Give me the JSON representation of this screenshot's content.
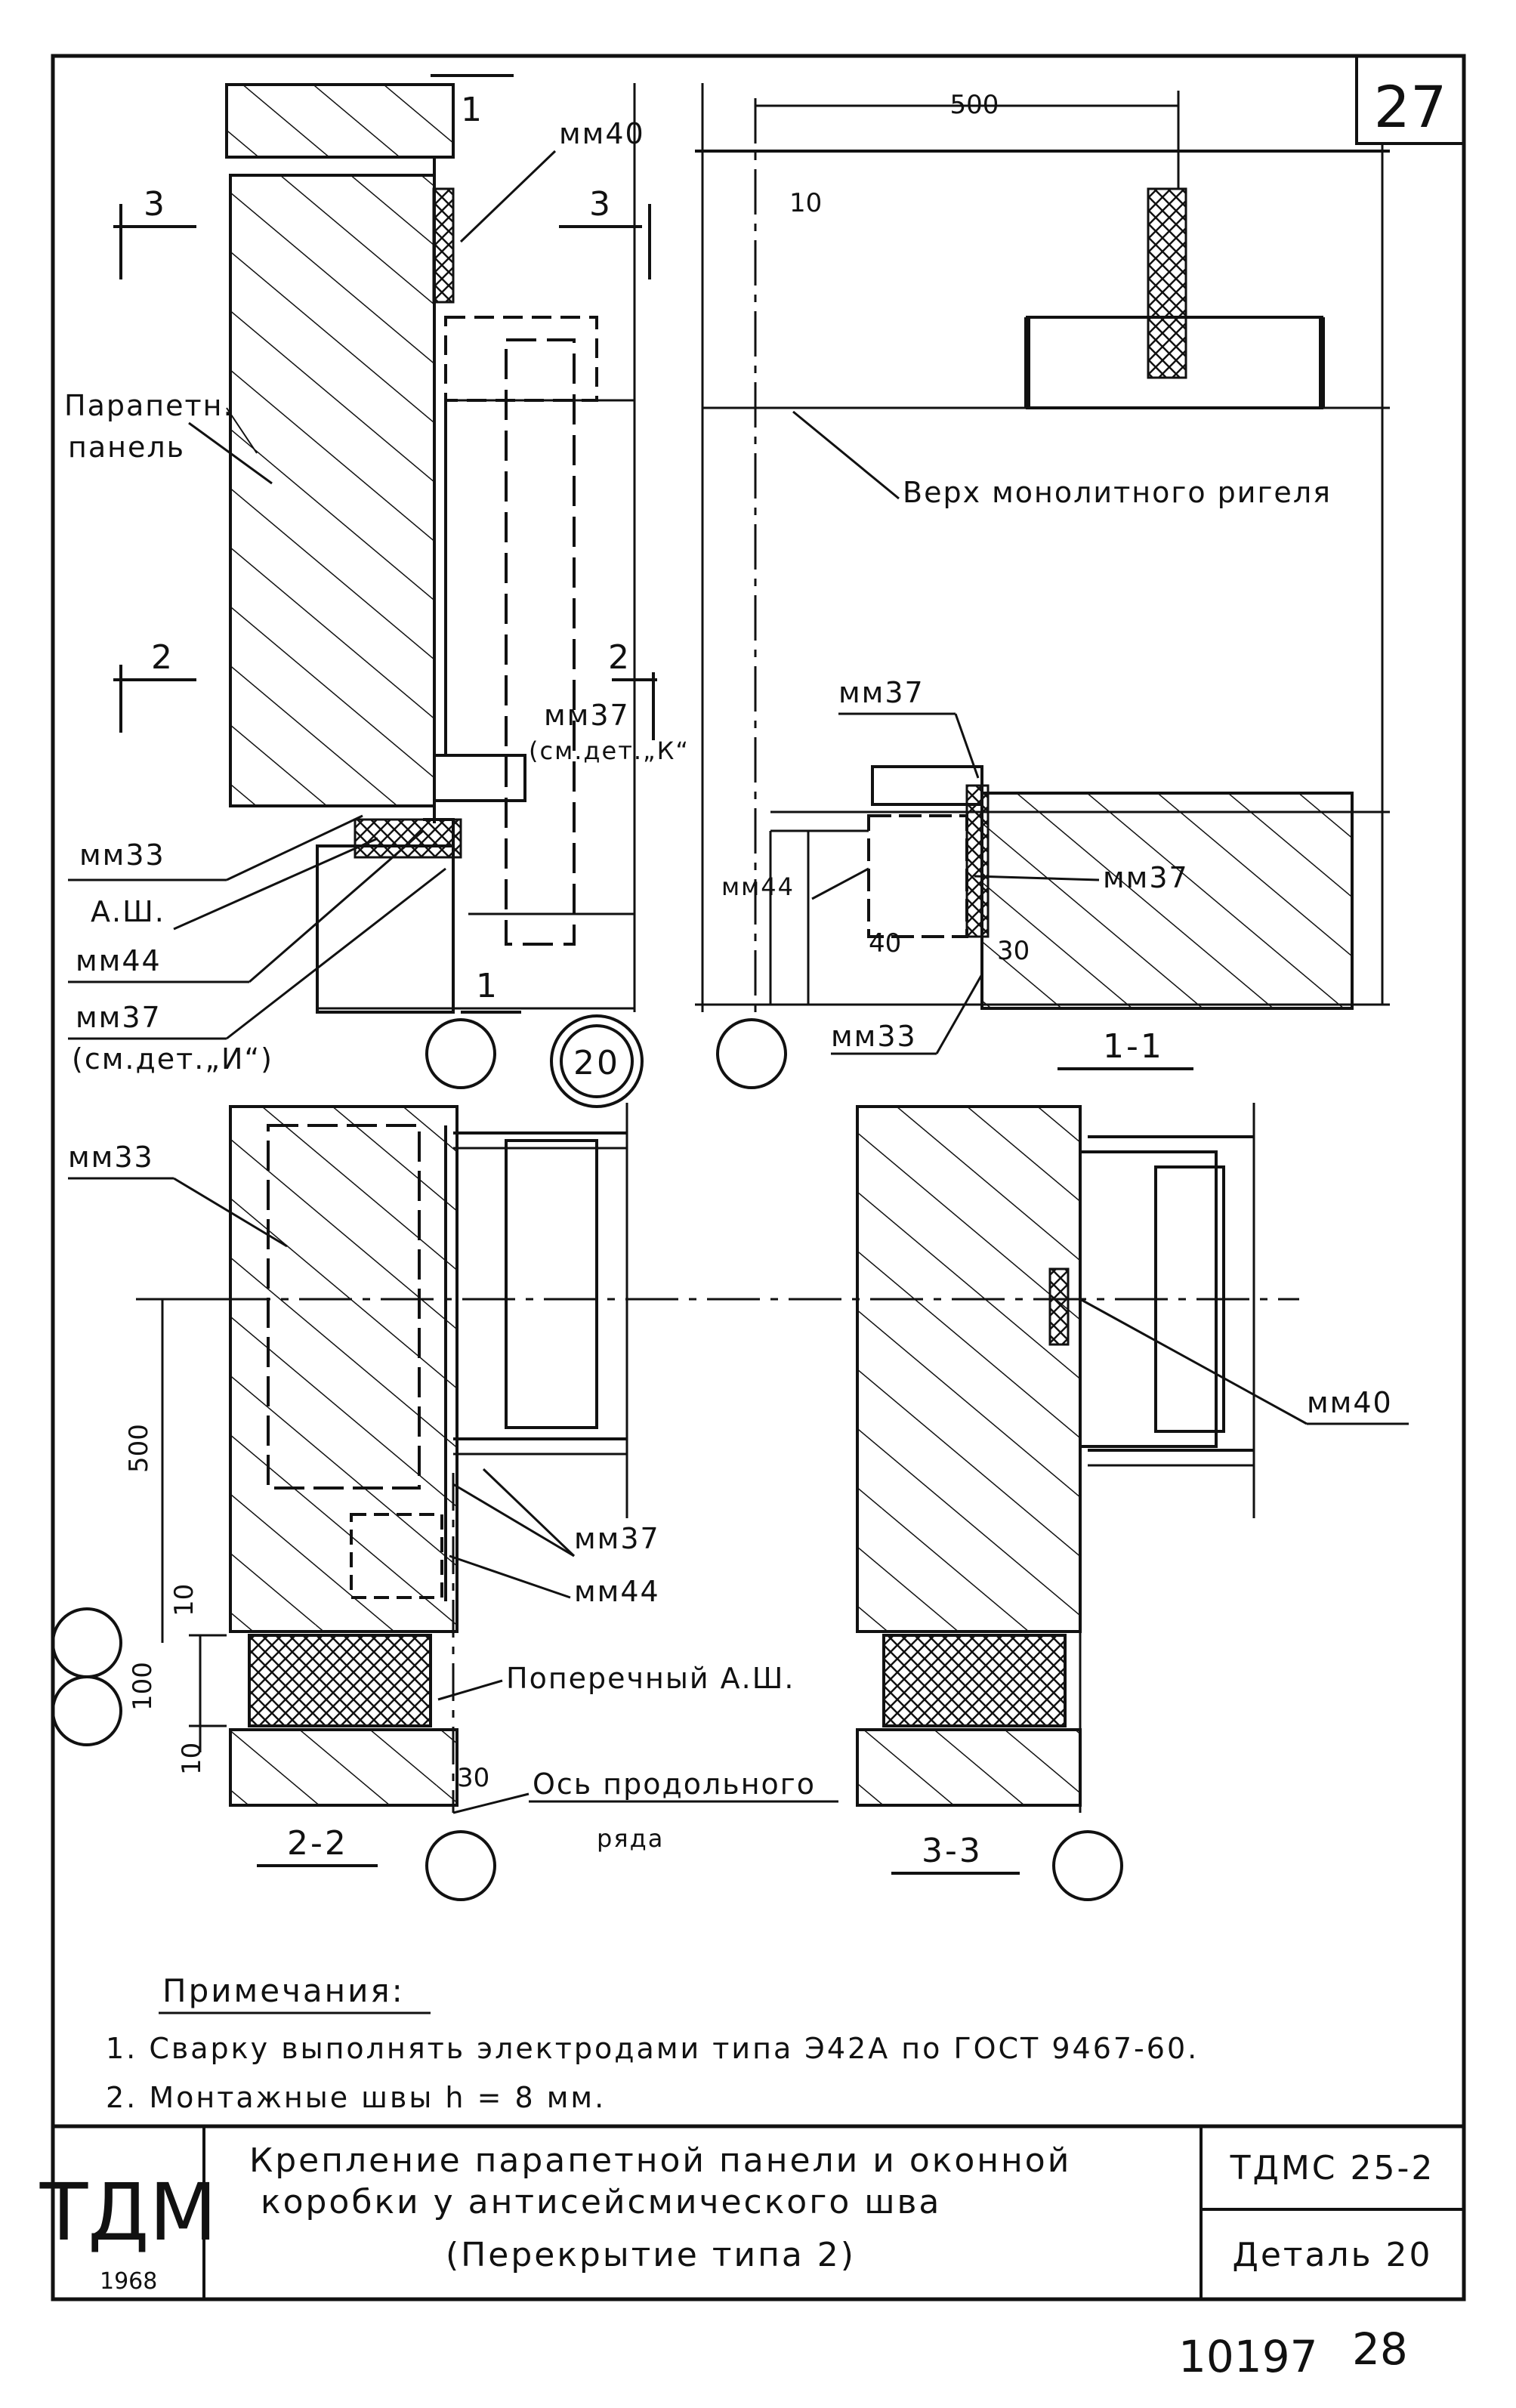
{
  "sheet": {
    "page_number": "27",
    "bottom_numbers": [
      "10197",
      "28"
    ]
  },
  "labels": {
    "mm40_top": "мм40",
    "mm40_right": "мм40",
    "parapet_panel_line1": "Парапетн.",
    "parapet_panel_line2": "панель",
    "riegel_top": "Верх монолитного ригеля",
    "mm37_a": "мм37",
    "mm37_a_note": "(см.дет.„К“",
    "mm33_a": "мм33",
    "ash_a": "А.Ш.",
    "mm44_a": "мм44",
    "mm37_b": "мм37",
    "mm37_b_note": "(см.дет.„И“)",
    "mm37_c": "мм37",
    "mm37_d": "мм37",
    "mm44_b": "мм44",
    "mm44_c": "мм44",
    "mm33_b": "мм33",
    "mm33_c": "мм33",
    "transverse_seam": "Поперечный А.Ш.",
    "axis_line1": "Ось продольного",
    "axis_line2": "ряда"
  },
  "sections": {
    "s11": "1-1",
    "s22": "2-2",
    "s33": "3-3",
    "marker3_left": "3",
    "marker3_right": "3",
    "marker2_left": "2",
    "marker2_right": "2",
    "marker1_top": "1",
    "marker1_bottom": "1",
    "detail_circle": "20"
  },
  "dimensions": {
    "d500_top": "500",
    "d10_top": "10",
    "d40": "40",
    "d30_a": "30",
    "d500_left": "500",
    "d10_a": "10",
    "d100": "100",
    "d10_b": "10",
    "d30_b": "30"
  },
  "notes": {
    "heading": "Примечания:",
    "items": [
      "1. Сварку выполнять электродами типа Э42А по ГОСТ 9467-60.",
      "2. Монтажные швы h = 8 мм."
    ]
  },
  "title_block": {
    "logo": "ТДМ",
    "year": "1968",
    "title_lines": [
      "Крепление парапетной панели и оконной",
      "коробки у антисейсмического шва",
      "(Перекрытие типа 2)"
    ],
    "series": "ТДМС 25-2",
    "detail": "Деталь 20"
  }
}
